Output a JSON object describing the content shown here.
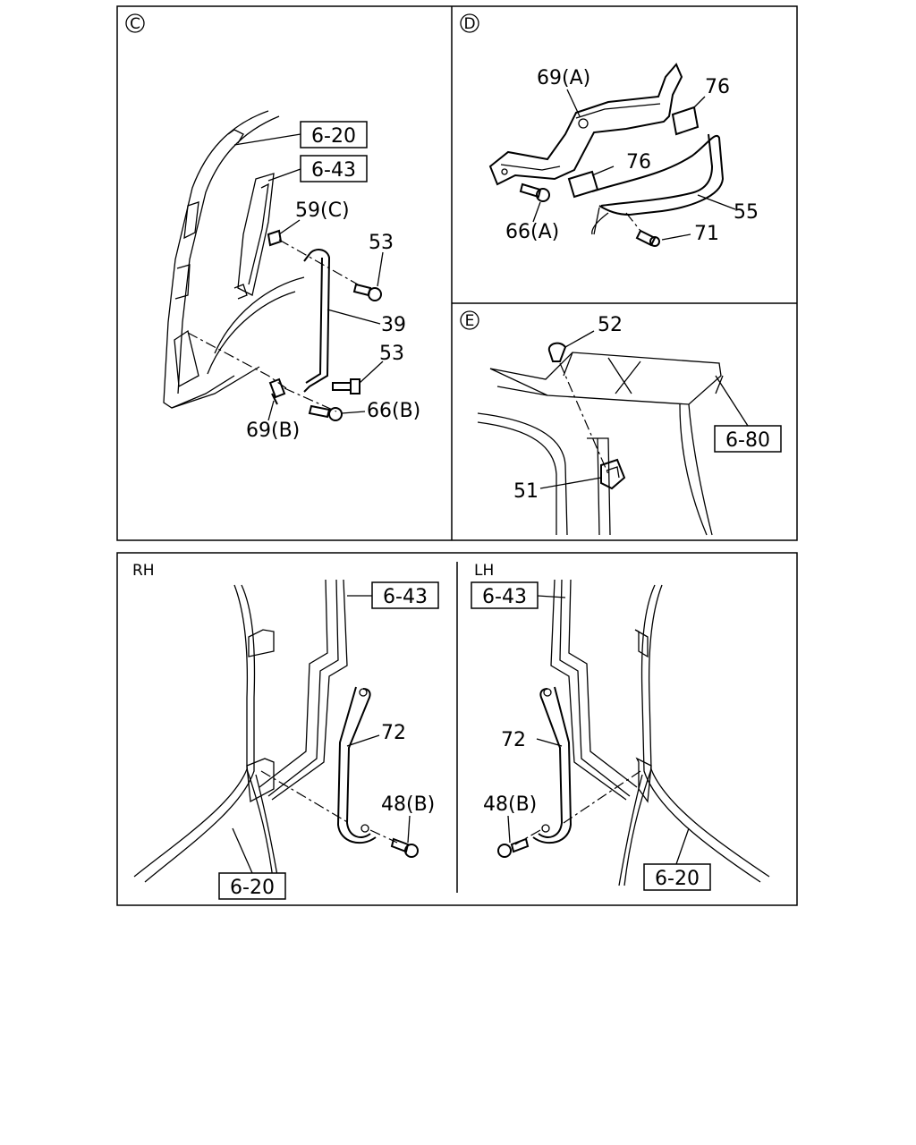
{
  "panels": {
    "C": {
      "marker": "C",
      "refs": [
        "6-20",
        "6-43"
      ],
      "parts": [
        "59(C)",
        "53",
        "39",
        "53",
        "66(B)",
        "69(B)"
      ]
    },
    "D": {
      "marker": "D",
      "parts": [
        "69(A)",
        "76",
        "76",
        "55",
        "66(A)",
        "71"
      ]
    },
    "E": {
      "marker": "E",
      "parts": [
        "52",
        "51"
      ],
      "refs": [
        "6-80"
      ]
    },
    "RH": {
      "side_label": "RH",
      "refs": [
        "6-43",
        "6-20"
      ],
      "parts": [
        "72",
        "48(B)"
      ]
    },
    "LH": {
      "side_label": "LH",
      "refs": [
        "6-43",
        "6-20"
      ],
      "parts": [
        "72",
        "48(B)"
      ]
    }
  }
}
